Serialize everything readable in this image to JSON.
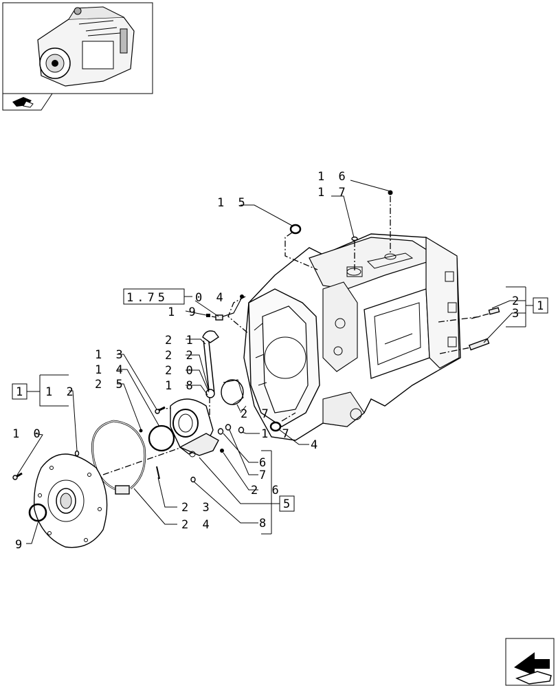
{
  "thumbnail": {
    "icon": "gearbox-assembly-thumbnail"
  },
  "nav": {
    "previous_icon": "previous-page-icon",
    "next_icon": "next-page-icon"
  },
  "refs": {
    "ref_175": "1.75",
    "ref_175_suffix": "0 4",
    "box_1_left": "1",
    "box_1_right": "1",
    "box_5": "5"
  },
  "labels": {
    "l16": "1 6",
    "l17a": "1 7",
    "l15": "1 5",
    "l19": "1 9",
    "l21": "2 1",
    "l22": "2 2",
    "l20": "2 0",
    "l18": "1 8",
    "l13": "1 3",
    "l14": "1 4",
    "l25": "2 5",
    "l12": "1 2",
    "l10": "1 0",
    "l27": "2 7",
    "l17b": "1 7",
    "l4": "4",
    "l6": "6",
    "l7": "7",
    "l26": "2 6",
    "l23": "2 3",
    "l24": "2 4",
    "l8": "8",
    "l9": "9",
    "l2": "2",
    "l3": "3"
  }
}
